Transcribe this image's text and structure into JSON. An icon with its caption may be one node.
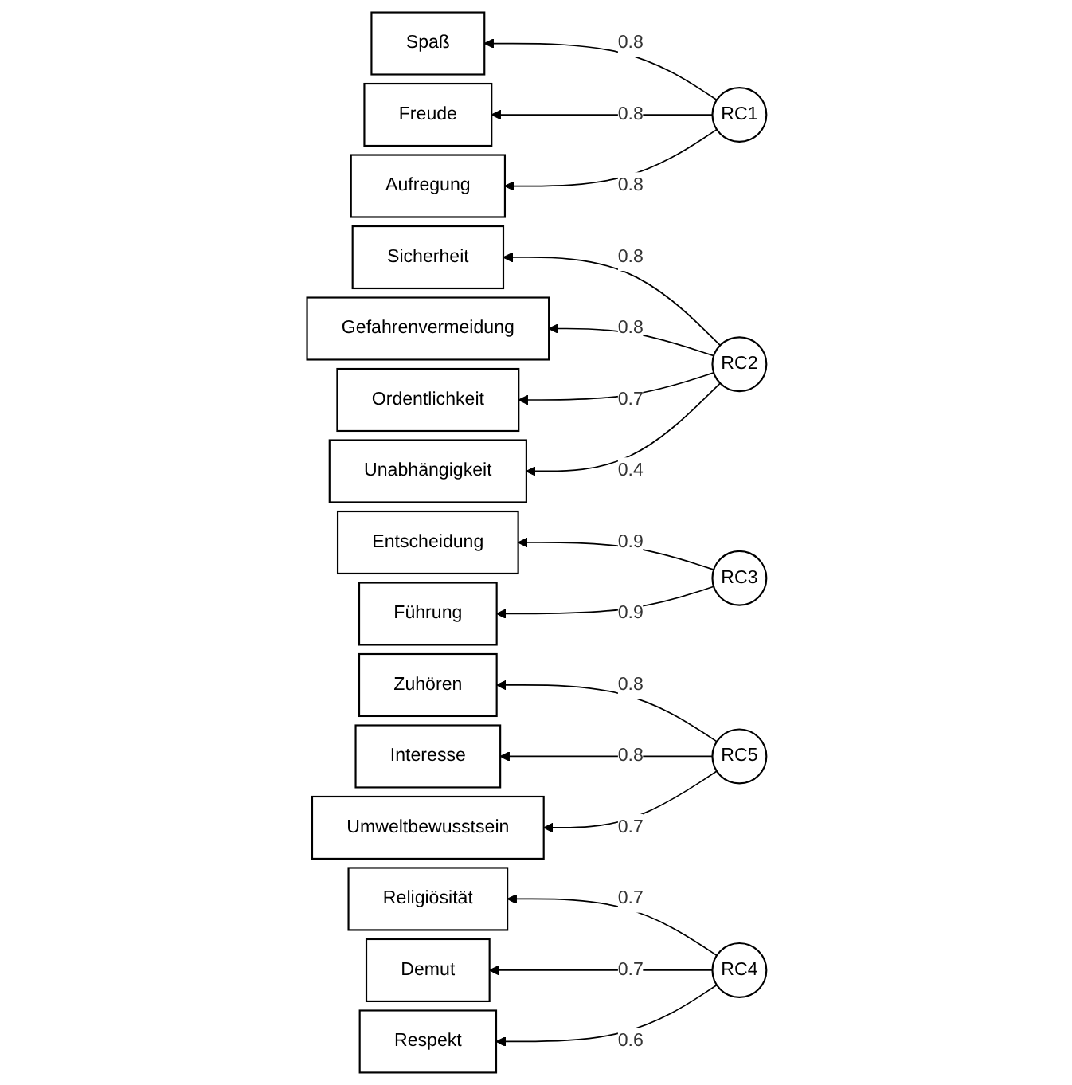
{
  "diagram": {
    "nodes": [
      {
        "text": [
          "Spaß"
        ]
      },
      {
        "text": [
          "Freude"
        ]
      },
      {
        "text": [
          "Aufregung"
        ]
      },
      {
        "text": [
          "Sicherheit"
        ]
      },
      {
        "text": [
          "Gefahrenvermeidung"
        ]
      },
      {
        "text": [
          "Ordentlichkeit"
        ]
      },
      {
        "text": [
          "Unabhängigkeit"
        ]
      },
      {
        "text": [
          "Entscheidung"
        ]
      },
      {
        "text": [
          "Führung"
        ]
      },
      {
        "text": [
          "Zuhören"
        ]
      },
      {
        "text": [
          "Interesse"
        ]
      },
      {
        "text": [
          "Umweltbewusstsein"
        ]
      },
      {
        "text": [
          "Religiösität"
        ]
      },
      {
        "text": [
          "Demut"
        ]
      },
      {
        "text": [
          "Respekt"
        ]
      },
      {
        "text": [
          "RC1"
        ]
      },
      {
        "text": [
          "RC2"
        ]
      },
      {
        "text": [
          "RC3"
        ]
      },
      {
        "text": [
          "RC5"
        ]
      },
      {
        "text": [
          "RC4"
        ]
      }
    ],
    "edges": [
      {
        "from": 15,
        "to": 0,
        "arrow": "to",
        "label": "0.8"
      },
      {
        "from": 15,
        "to": 1,
        "arrow": "to",
        "label": "0.8"
      },
      {
        "from": 15,
        "to": 2,
        "arrow": "to",
        "label": "0.8"
      },
      {
        "from": 16,
        "to": 3,
        "arrow": "to",
        "label": "0.8"
      },
      {
        "from": 16,
        "to": 4,
        "arrow": "to",
        "label": "0.8"
      },
      {
        "from": 16,
        "to": 5,
        "arrow": "to",
        "label": "0.7"
      },
      {
        "from": 16,
        "to": 6,
        "arrow": "to",
        "label": "0.4"
      },
      {
        "from": 17,
        "to": 7,
        "arrow": "to",
        "label": "0.9"
      },
      {
        "from": 17,
        "to": 8,
        "arrow": "to",
        "label": "0.9"
      },
      {
        "from": 18,
        "to": 9,
        "arrow": "to",
        "label": "0.8"
      },
      {
        "from": 18,
        "to": 10,
        "arrow": "to",
        "label": "0.8"
      },
      {
        "from": 18,
        "to": 11,
        "arrow": "to",
        "label": "0.7"
      },
      {
        "from": 19,
        "to": 12,
        "arrow": "to",
        "label": "0.7"
      },
      {
        "from": 19,
        "to": 13,
        "arrow": "to",
        "label": "0.7"
      },
      {
        "from": 19,
        "to": 14,
        "arrow": "to",
        "label": "0.6"
      }
    ]
  }
}
